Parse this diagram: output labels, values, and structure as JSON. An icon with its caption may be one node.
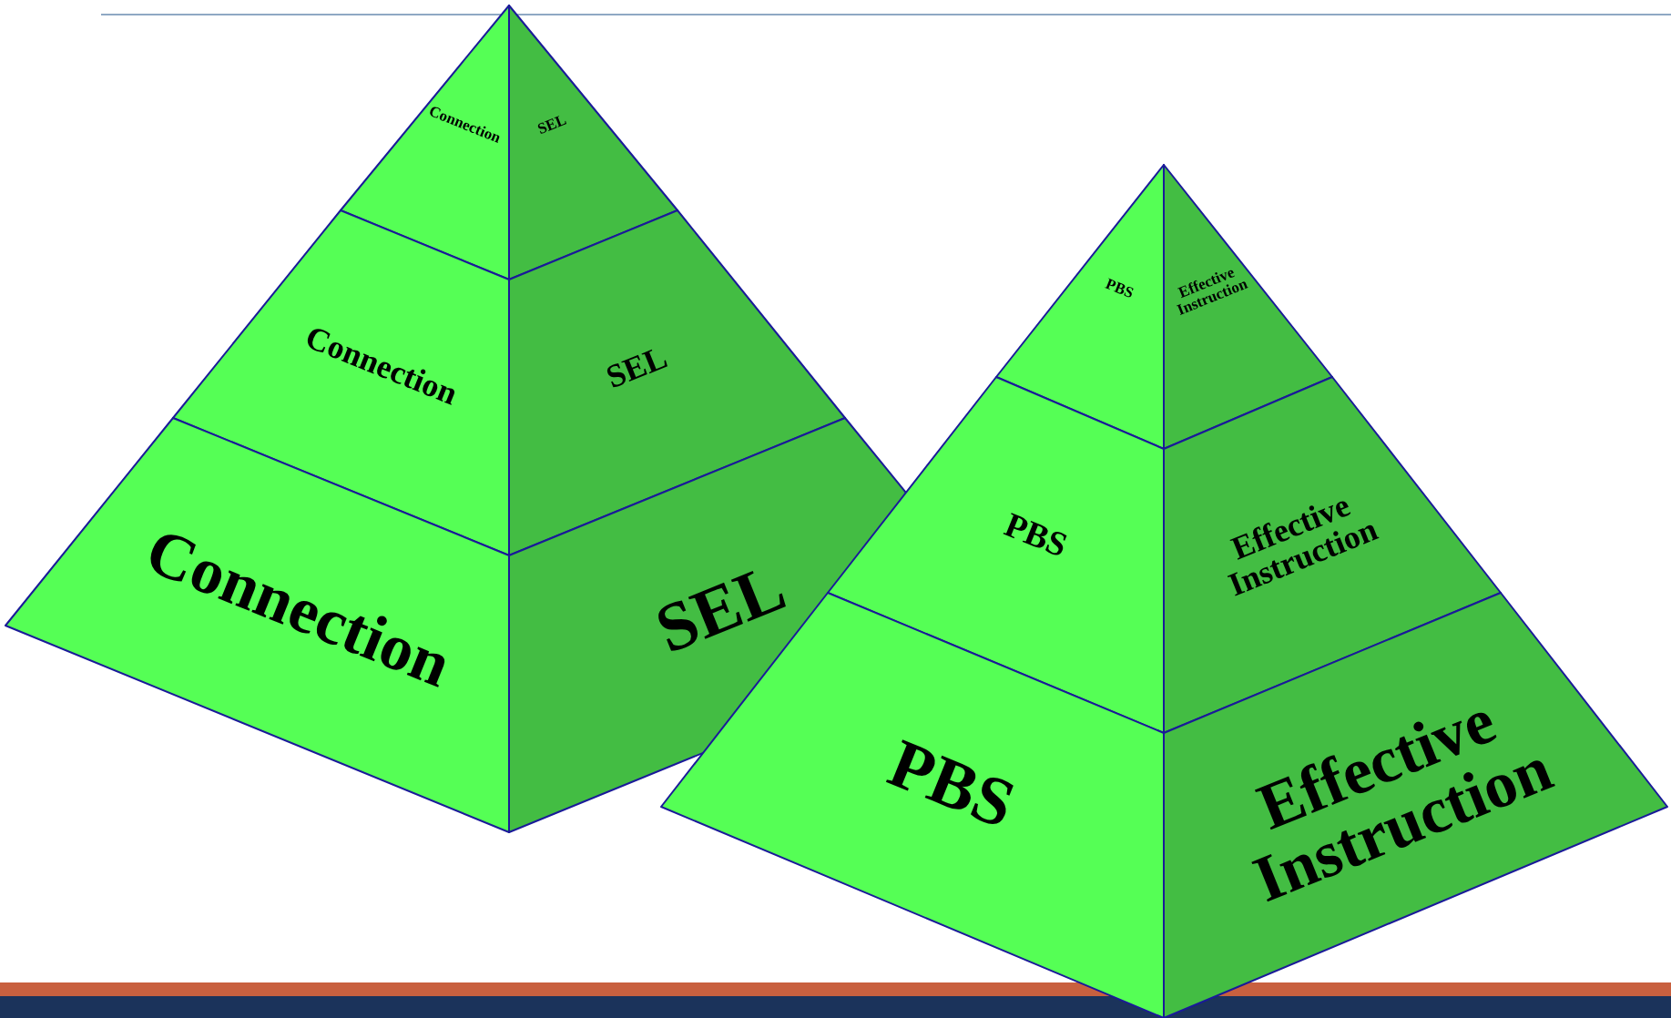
{
  "diagram": {
    "nodes": [
      {
        "text": [
          "Connection"
        ]
      },
      {
        "text": [
          "SEL"
        ]
      },
      {
        "text": [
          "Connection"
        ]
      },
      {
        "text": [
          "SEL"
        ]
      },
      {
        "text": [
          "Connection"
        ]
      },
      {
        "text": [
          "SEL"
        ]
      },
      {
        "text": [
          "PBS"
        ]
      },
      {
        "text": [
          "Effective Instruction"
        ]
      },
      {
        "text": [
          "PBS"
        ]
      },
      {
        "text": [
          "Effective Instruction"
        ]
      },
      {
        "text": [
          "PBS"
        ]
      },
      {
        "text": [
          "Effective Instruction"
        ]
      }
    ],
    "edges": []
  }
}
